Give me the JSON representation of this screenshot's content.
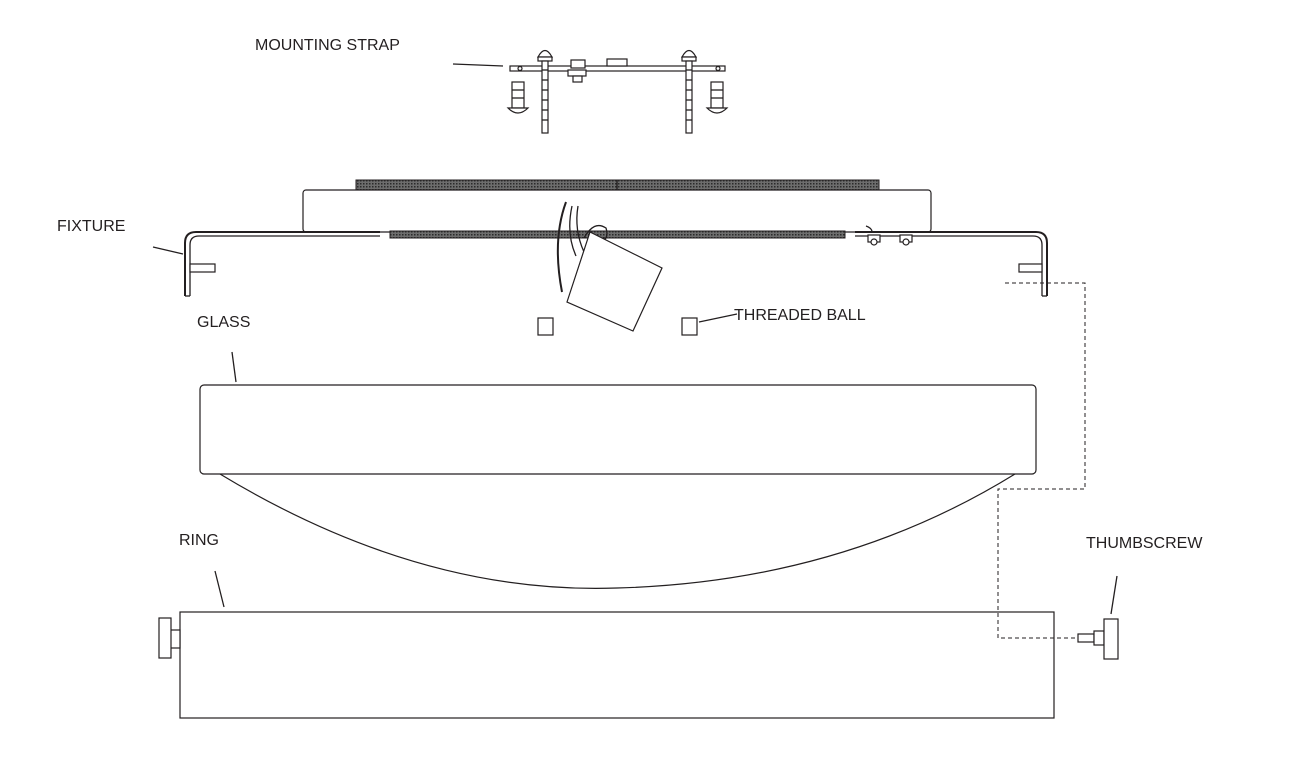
{
  "labels": {
    "mounting_strap": "MOUNTING STRAP",
    "fixture": "FIXTURE",
    "threaded_ball": "THREADED BALL",
    "glass": "GLASS",
    "ring": "RING",
    "thumbscrew": "THUMBSCREW"
  }
}
